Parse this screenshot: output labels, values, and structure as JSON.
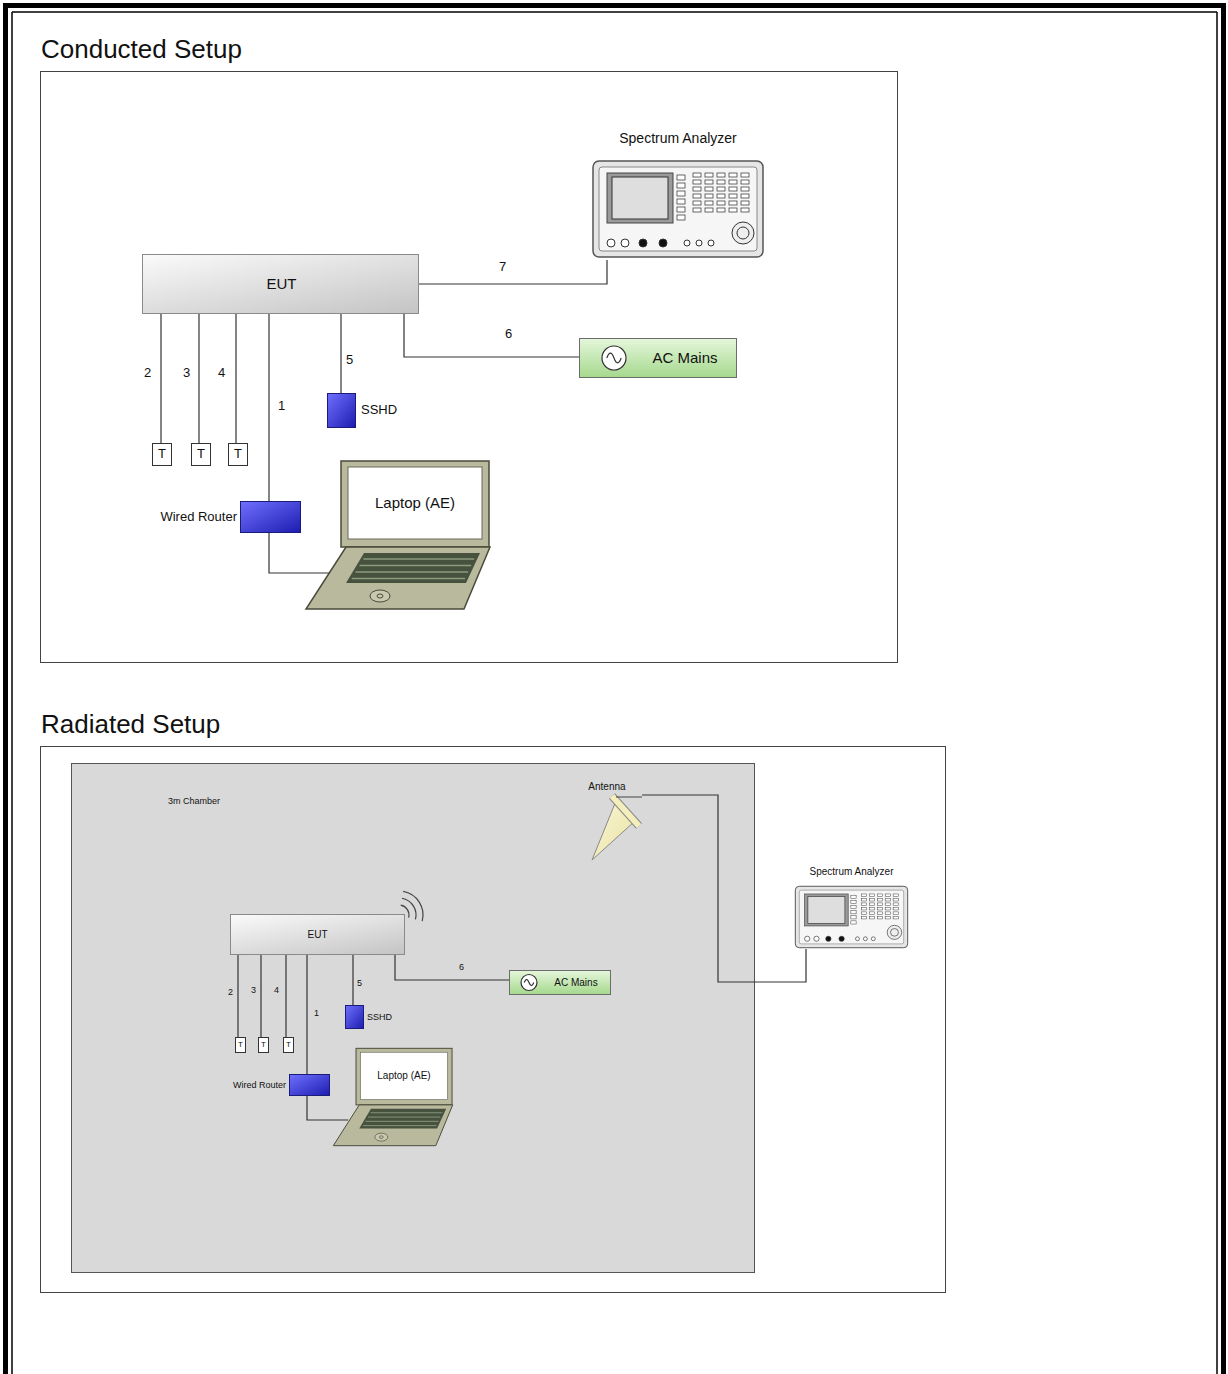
{
  "diagram": {
    "nodes": [
      {
        "text": [
          "Conducted Setup"
        ]
      },
      {
        "text": [
          "Spectrum Analyzer"
        ],
        "in": 0
      },
      {
        "text": [
          "EUT"
        ],
        "in": 0
      },
      {
        "text": [
          "AC Mains"
        ],
        "in": 0
      },
      {
        "text": [
          "T"
        ],
        "in": 0
      },
      {
        "text": [
          "T"
        ],
        "in": 0
      },
      {
        "text": [
          "T"
        ],
        "in": 0
      },
      {
        "text": [
          "SSHD"
        ],
        "in": 0
      },
      {
        "text": [
          "Wired Router"
        ],
        "in": 0
      },
      {
        "text": [
          "Laptop (AE)"
        ],
        "in": 0
      },
      {
        "text": [
          "Radiated Setup"
        ]
      },
      {
        "text": [
          "3m Chamber"
        ],
        "in": 10
      },
      {
        "text": [
          "Antenna"
        ],
        "in": 11
      },
      {
        "text": [
          "Spectrum Analyzer"
        ],
        "in": 10
      },
      {
        "text": [
          "EUT"
        ],
        "in": 11
      },
      {
        "text": [
          "AC Mains"
        ],
        "in": 11
      },
      {
        "text": [
          "T"
        ],
        "in": 11
      },
      {
        "text": [
          "T"
        ],
        "in": 11
      },
      {
        "text": [
          "T"
        ],
        "in": 11
      },
      {
        "text": [
          "SSHD"
        ],
        "in": 11
      },
      {
        "text": [
          "Wired Router"
        ],
        "in": 11
      },
      {
        "text": [
          "Laptop (AE)"
        ],
        "in": 11
      }
    ],
    "edges": [
      {
        "from": 2,
        "to": 4,
        "arrow": "none",
        "label": "2"
      },
      {
        "from": 2,
        "to": 5,
        "arrow": "none",
        "label": "3"
      },
      {
        "from": 2,
        "to": 6,
        "arrow": "none",
        "label": "4"
      },
      {
        "from": 2,
        "to": 8,
        "arrow": "none",
        "label": "1"
      },
      {
        "from": 8,
        "to": 9,
        "arrow": "none"
      },
      {
        "from": 2,
        "to": 7,
        "arrow": "none",
        "label": "5"
      },
      {
        "from": 2,
        "to": 3,
        "arrow": "none",
        "label": "6"
      },
      {
        "from": 2,
        "to": 1,
        "arrow": "none",
        "label": "7"
      },
      {
        "from": 14,
        "to": 16,
        "arrow": "none",
        "label": "2"
      },
      {
        "from": 14,
        "to": 17,
        "arrow": "none",
        "label": "3"
      },
      {
        "from": 14,
        "to": 18,
        "arrow": "none",
        "label": "4"
      },
      {
        "from": 14,
        "to": 20,
        "arrow": "none",
        "label": "1"
      },
      {
        "from": 20,
        "to": 21,
        "arrow": "none"
      },
      {
        "from": 14,
        "to": 19,
        "arrow": "none",
        "label": "5"
      },
      {
        "from": 14,
        "to": 15,
        "arrow": "none",
        "label": "6"
      },
      {
        "from": 12,
        "to": 13,
        "arrow": "none"
      }
    ]
  }
}
